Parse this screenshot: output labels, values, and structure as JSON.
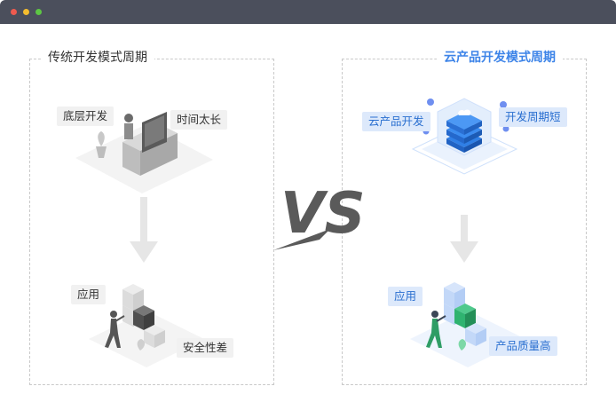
{
  "window": {
    "dots": [
      "#ee5a4f",
      "#f5bd2f",
      "#5dc644"
    ]
  },
  "left_panel": {
    "title": "传统开发模式周期",
    "label_top_left": "底层开发",
    "label_top_right": "时间太长",
    "label_bottom_left": "应用",
    "label_bottom_right": "安全性差"
  },
  "vs_text": "VS",
  "right_panel": {
    "title": "云产品开发模式周期",
    "label_top_left": "云产品开发",
    "label_top_right": "开发周期短",
    "label_bottom_left": "应用",
    "label_bottom_right": "产品质量高"
  },
  "colors": {
    "accent": "#3d84e8",
    "highlight_green": "#2fb370"
  }
}
